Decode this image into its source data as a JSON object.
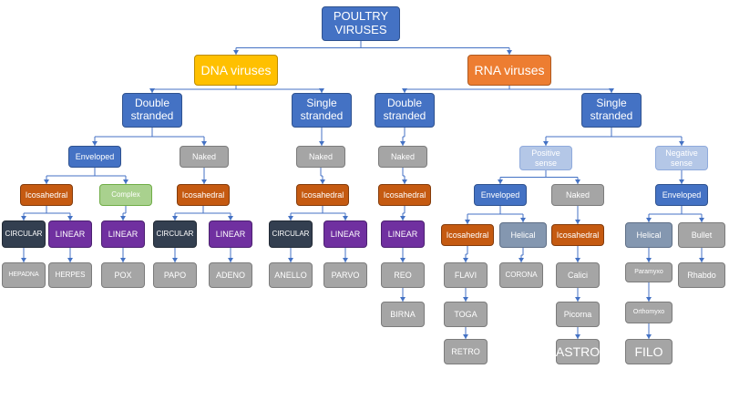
{
  "diagram": {
    "root": "POULTRY\nVIRUSES",
    "dna": {
      "label": "DNA viruses",
      "double": {
        "label": "Double\nstranded",
        "enveloped": "Enveloped",
        "naked": "Naked",
        "icosahedral_1": "Icosahedral",
        "complex": "Complex",
        "circular_1": "CIRCULAR",
        "linear_1": "LINEAR",
        "linear_2": "LINEAR",
        "icosahedral_2": "Icosahedral",
        "circular_2": "CIRCULAR",
        "linear_3": "LINEAR",
        "hepadna": "HEPADNA",
        "herpes": "HERPES",
        "pox": "POX",
        "papo": "PAPO",
        "adeno": "ADENO"
      },
      "single": {
        "label": "Single\nstranded",
        "naked": "Naked",
        "icosahedral": "Icosahedral",
        "circular": "CIRCULAR",
        "linear": "LINEAR",
        "anello": "ANELLO",
        "parvo": "PARVO"
      }
    },
    "rna": {
      "label": "RNA viruses",
      "double": {
        "label": "Double\nstranded",
        "naked": "Naked",
        "icosahedral": "Icosahedral",
        "linear": "LINEAR",
        "reo": "REO",
        "birna": "BIRNA"
      },
      "single": {
        "label": "Single\nstranded",
        "positive": {
          "label": "Positive\nsense",
          "enveloped": "Enveloped",
          "naked": "Naked",
          "icosahedral_1": "Icosahedral",
          "helical": "Helical",
          "icosahedral_2": "Icosahedral",
          "flavi": "FLAVI",
          "toga": "TOGA",
          "retro": "RETRO",
          "corona": "CORONA",
          "calici": "Calici",
          "picorna": "Picorna",
          "astro": "ASTRO"
        },
        "negative": {
          "label": "Negative\nsense",
          "enveloped": "Enveloped",
          "helical": "Helical",
          "bullet": "Bullet",
          "paramyxo": "Paramyxo",
          "orthomyxo": "Orthomyxo",
          "filo": "FILO",
          "rhabdo": "Rhabdo"
        }
      }
    }
  },
  "colors": {
    "connector": "#4472c4",
    "blue": "#4472c4",
    "dna": "#ffc000",
    "rna": "#ed7d31",
    "gray": "#a5a5a5",
    "rust": "#c55a11",
    "green": "#a9d18e",
    "navy": "#333f50",
    "purple": "#7030a0"
  }
}
